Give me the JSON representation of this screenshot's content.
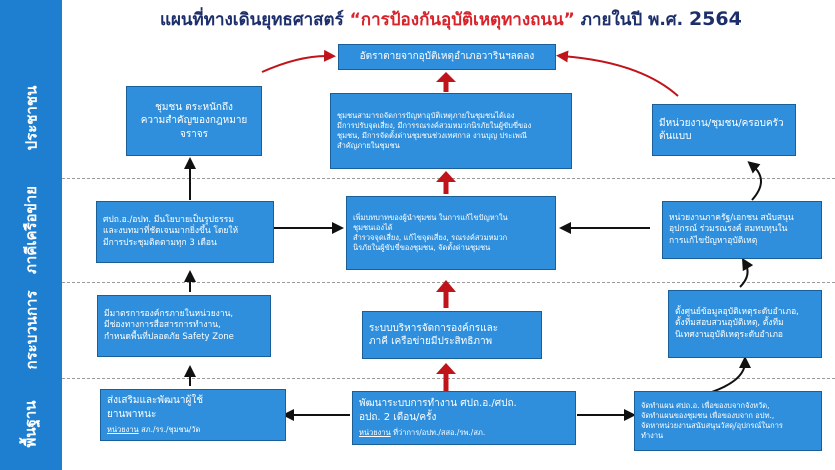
{
  "title": {
    "prefix": "แผนที่ทางเดินยุทธศาสตร์",
    "highlight": "“การป้องกันอุบัติเหตุทางถนน”",
    "suffix": "ภายในปี พ.ศ.",
    "year": "2564"
  },
  "rows": {
    "people": "ประชาชน",
    "network": "ภาคีเครือข่าย",
    "process": "กระบวนการ",
    "foundation": "พื้นฐาน"
  },
  "boxes": {
    "goal": "อัตราตายจากอุบัติเหตุอำเภอวารินฯลดลง",
    "people_left": "ชุมชน ตระหนักถึง\nความสำคัญของกฎหมาย\nจราจร",
    "people_center": "ชุมชนสามารถจัดการปัญหาอุบัติเหตุภายในชุมชนได้เอง\nมีการปรับจุดเสี่ยง, มีการรณรงค์สวมหมวกนิรภัยในผู้ขับขี่ของ\nชุมชน, มีการจัดตั้งด่านชุมชนช่วงเทศกาล งานบุญ ประเพณี\nสำคัญภายในชุมชน",
    "people_right": "มีหน่วยงาน/ชุมชน/ครอบครัว\nต้นแบบ",
    "network_left": "ศปถ.อ./อปท. มีนโยบายเป็นรูปธรรม\nและงบทมาที่ชัดเจนมากยิ่งขึ้น โดยให้\nมีการประชุมติดตามทุก 3 เดือน",
    "network_center": "เพิ่มบทบาทของผู้นำชุมชน ในการแก้ไขปัญหาใน\nชุมชนเองได้\nสำรวจจุดเสี่ยง, แก้ไขจุดเสี่ยง, รณรงค์สวมหมวก\nนิรภัยในผู้ขับขี่ของชุมชน, จัดตั้งด่านชุมชน",
    "network_right": "หน่วยงานภาครัฐ/เอกชน สนับสนุน\nอุปกรณ์ ร่วมรณรงค์ สมทบทุนใน\nการแก้ไขปัญหาอุบัติเหตุ",
    "process_left": "มีมาตรการองค์กรภายในหน่วยงาน,\nมีช่องทางการสื่อสารการทำงาน,\nกำหนดพื้นที่ปลอดภัย Safety Zone",
    "process_center": "ระบบบริหารจัดการองค์กรและ\nภาคี เครือข่ายมีประสิทธิภาพ",
    "process_right": "ตั้งศูนย์ข้อมูลอุบัติเหตุระดับอำเภอ,\nตั้งทีมสอบสวนอุบัติเหตุ, ตั้งทีม\nนิเทศงานอุบัติเหตุระดับอำเภอ",
    "foundation_left": "ส่งเสริมและพัฒนาผู้ใช้\nยานพาหนะ",
    "foundation_left_note_key": "หน่วยงาน",
    "foundation_left_note": "สภ./รร./ชุมชน/วัด",
    "foundation_center": "พัฒนาระบบการทำงาน ศปถ.อ./ศปถ.\nอปถ. 2 เดือน/ครั้ง",
    "foundation_center_note_key": "หน่วยงาน",
    "foundation_center_note": "ที่ว่าการ/อปท./สสอ./รพ./สภ.",
    "foundation_right": "จัดทำแผน ศปถ.อ. เพื่อของบจากจังหวัด,\nจัดทำแผนของชุมชน เพื่อของบจาก อปท.,\nจัดหาหน่วยงานสนับสนุนวัสดุ/อุปกรณ์ในการ\nทำงาน"
  },
  "colors": {
    "sidebar": "#1e7fd0",
    "box": "#2f8fdc",
    "title": "#1d2f6b",
    "highlight": "#d9232a",
    "arrow_red": "#c0141b",
    "arrow_black": "#111111"
  }
}
